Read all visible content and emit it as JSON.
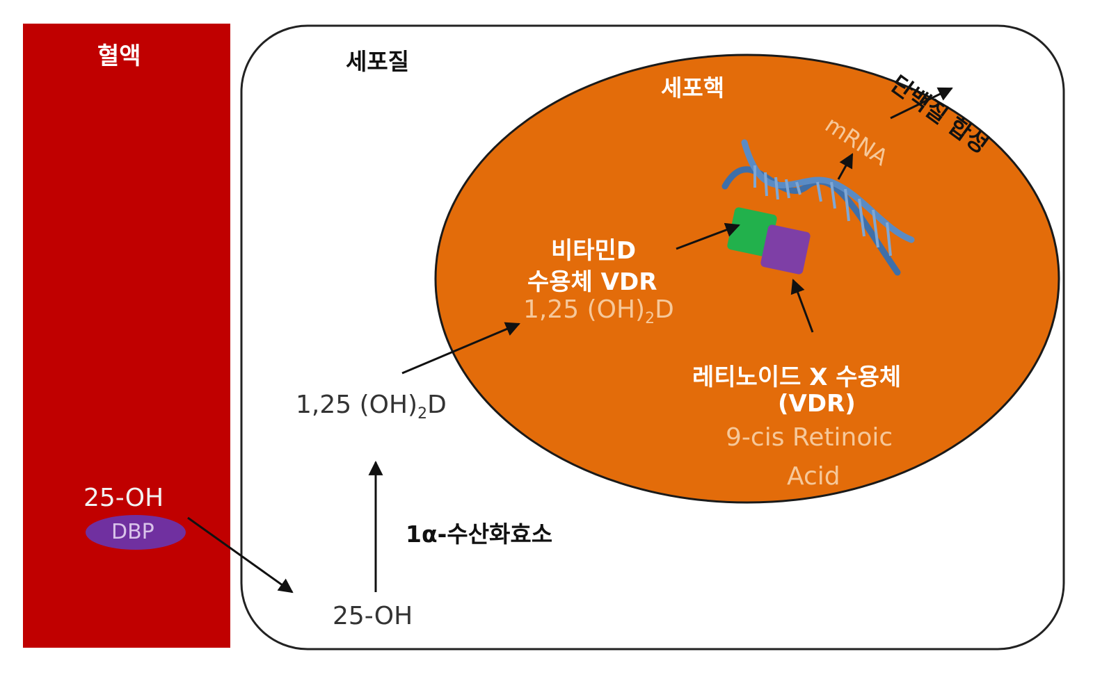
{
  "colors": {
    "blood": "#c00000",
    "nucleus": "#e07010",
    "nucleus_text_light": "#f6c89a",
    "dbp": "#7030a0",
    "vdr_green": "#22b14c",
    "vdr_purple": "#7e3fa6",
    "dna": "#3f6fa8"
  },
  "labels": {
    "blood": "혈액",
    "cytoplasm": "세포질",
    "nucleus": "세포핵",
    "protein_synthesis": "단백질 합성",
    "mrna": "mRNA",
    "vdr_line1": "비타민D",
    "vdr_line2": "수용체 VDR",
    "calcitriol_prefix": "1,25 (OH)",
    "calcitriol_sub": "2",
    "calcitriol_suffix": "D",
    "rxr_line1": "레티노이드 X 수용체",
    "rxr_line2": "(VDR)",
    "rxr_acid_line1": "9-cis Retinoic",
    "rxr_acid_line2": "Acid",
    "blood_25oh": "25-OH",
    "dbp": "DBP",
    "enzyme": "1α-수산화효소",
    "cell_25oh": "25-OH"
  }
}
